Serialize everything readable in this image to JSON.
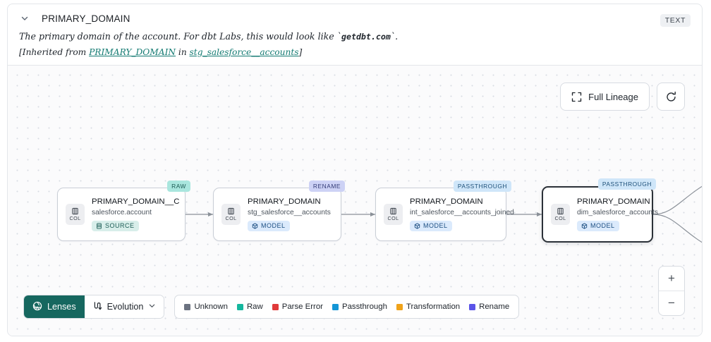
{
  "header": {
    "collapse_icon": "chevron-down-icon",
    "column_name": "PRIMARY_DOMAIN",
    "type_badge": "TEXT",
    "description_prefix": "The primary domain of the account. For dbt Labs, this would look like `",
    "description_code": "getdbt.com",
    "description_suffix": "`.",
    "inherited_prefix": "[Inherited from ",
    "inherited_link_column": "PRIMARY_DOMAIN",
    "inherited_middle": " in ",
    "inherited_link_model": "stg_salesforce__accounts",
    "inherited_suffix": "]"
  },
  "canvas": {
    "full_lineage_label": "Full Lineage",
    "full_lineage_icon": "expand-corners-icon",
    "refresh_icon": "refresh-icon",
    "zoom_in_label": "+",
    "zoom_out_label": "−"
  },
  "nodes": [
    {
      "tag": "RAW",
      "tag_kind": "raw",
      "chip_label": "COL",
      "chip_icon": "column-icon",
      "name": "PRIMARY_DOMAIN__C",
      "subtitle": "salesforce.account",
      "kind_label": "SOURCE",
      "kind_icon": "database-icon",
      "kind_class": "source",
      "selected": false
    },
    {
      "tag": "RENAME",
      "tag_kind": "rename",
      "chip_label": "COL",
      "chip_icon": "column-icon",
      "name": "PRIMARY_DOMAIN",
      "subtitle": "stg_salesforce__accounts",
      "kind_label": "MODEL",
      "kind_icon": "cube-icon",
      "kind_class": "model",
      "selected": false
    },
    {
      "tag": "PASSTHROUGH",
      "tag_kind": "pass",
      "chip_label": "COL",
      "chip_icon": "column-icon",
      "name": "PRIMARY_DOMAIN",
      "subtitle": "int_salesforce__accounts_joined",
      "kind_label": "MODEL",
      "kind_icon": "cube-icon",
      "kind_class": "model",
      "selected": false
    },
    {
      "tag": "PASSTHROUGH",
      "tag_kind": "pass",
      "chip_label": "COL",
      "chip_icon": "column-icon",
      "name": "PRIMARY_DOMAIN",
      "subtitle": "dim_salesforce_accounts",
      "kind_label": "MODEL",
      "kind_icon": "cube-icon",
      "kind_class": "model",
      "selected": true
    }
  ],
  "toolbar": {
    "lenses_label": "Lenses",
    "lenses_icon": "aperture-icon",
    "evolution_label": "Evolution",
    "evolution_icon": "evolution-icon",
    "evolution_caret": "chevron-down-icon"
  },
  "legend": [
    {
      "label": "Unknown",
      "color": "#6b7280"
    },
    {
      "label": "Raw",
      "color": "#15b79e"
    },
    {
      "label": "Parse Error",
      "color": "#e03a3a"
    },
    {
      "label": "Passthrough",
      "color": "#1496d6"
    },
    {
      "label": "Transformation",
      "color": "#f0a31a"
    },
    {
      "label": "Rename",
      "color": "#5b54e8"
    }
  ]
}
